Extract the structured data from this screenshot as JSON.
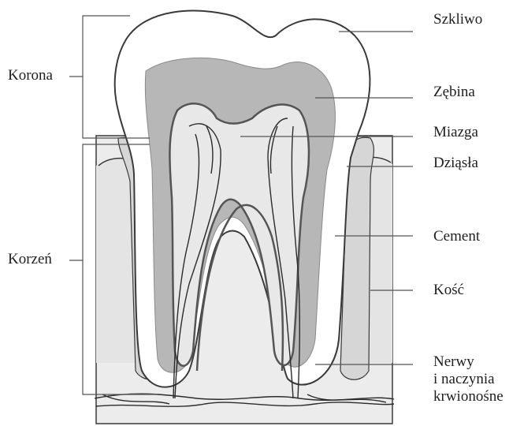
{
  "diagram": {
    "left_labels": {
      "crown": "Korona",
      "root": "Korzeń"
    },
    "right_labels": {
      "enamel": "Szkliwo",
      "dentin": "Zębina",
      "pulp": "Miazga",
      "gum": "Dziąsła",
      "cement": "Cement",
      "bone": "Kość",
      "nerves_line1": "Nerwy",
      "nerves_line2": "i naczynia",
      "nerves_line3": "krwionośne"
    },
    "colors": {
      "outline": "#3a3a3a",
      "enamel": "#ffffff",
      "dentin": "#b5b5b5",
      "pulp": "#e6e6e6",
      "bone": "#e9e9e9",
      "gum": "#cfcfcf",
      "nerve": "#2b2b2b"
    }
  }
}
